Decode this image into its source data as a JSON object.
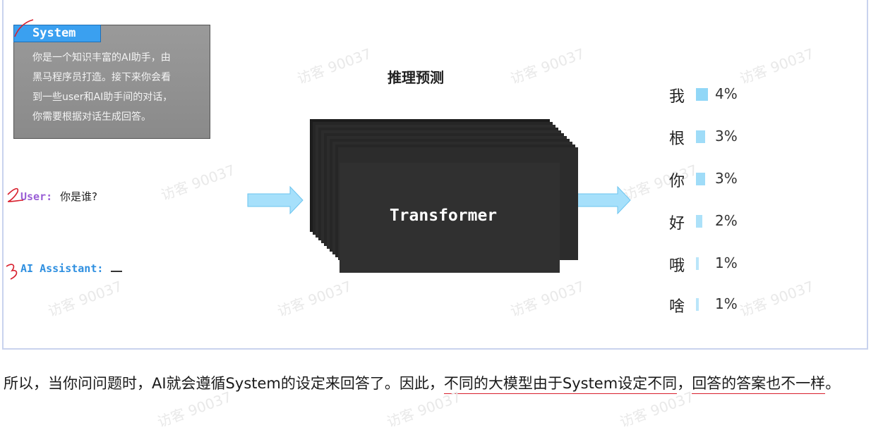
{
  "watermark": "访客 90037",
  "system_box": {
    "tag": "System",
    "text_lines": [
      "你是一个知识丰富的AI助手，由",
      "黑马程序员打造。接下来你会看",
      "到一些user和AI助手间的对话，",
      "你需要根据对话生成回答。"
    ]
  },
  "user_line": {
    "label": "User:",
    "text": "你是谁?"
  },
  "ai_line": {
    "label": "AI Assistant:"
  },
  "center": {
    "title": "推理预测",
    "model_label": "Transformer"
  },
  "outputs": [
    {
      "char": "我",
      "percent_label": "4%",
      "prob": 0.04
    },
    {
      "char": "根",
      "percent_label": "3%",
      "prob": 0.03
    },
    {
      "char": "你",
      "percent_label": "3%",
      "prob": 0.03
    },
    {
      "char": "好",
      "percent_label": "2%",
      "prob": 0.02
    },
    {
      "char": "哦",
      "percent_label": "1%",
      "prob": 0.01
    },
    {
      "char": "啥",
      "percent_label": "1%",
      "prob": 0.01
    }
  ],
  "colors": {
    "system_tag": "#3aa0f0",
    "system_box": "#8f8f8f",
    "user_label": "#9a5fd6",
    "ai_label": "#2e8fe0",
    "arrow": "#a6e0fb",
    "bar": "#8fd6f7",
    "annotation": "#d81e2c"
  },
  "paragraph": {
    "part1": "所以，当你问问题时，AI就会遵循System的设定来回答了。因此，",
    "part2": "不同的大模型由于System设定不同",
    "part3": "，",
    "part4": "回答的答案也不一样",
    "part5": "。"
  }
}
